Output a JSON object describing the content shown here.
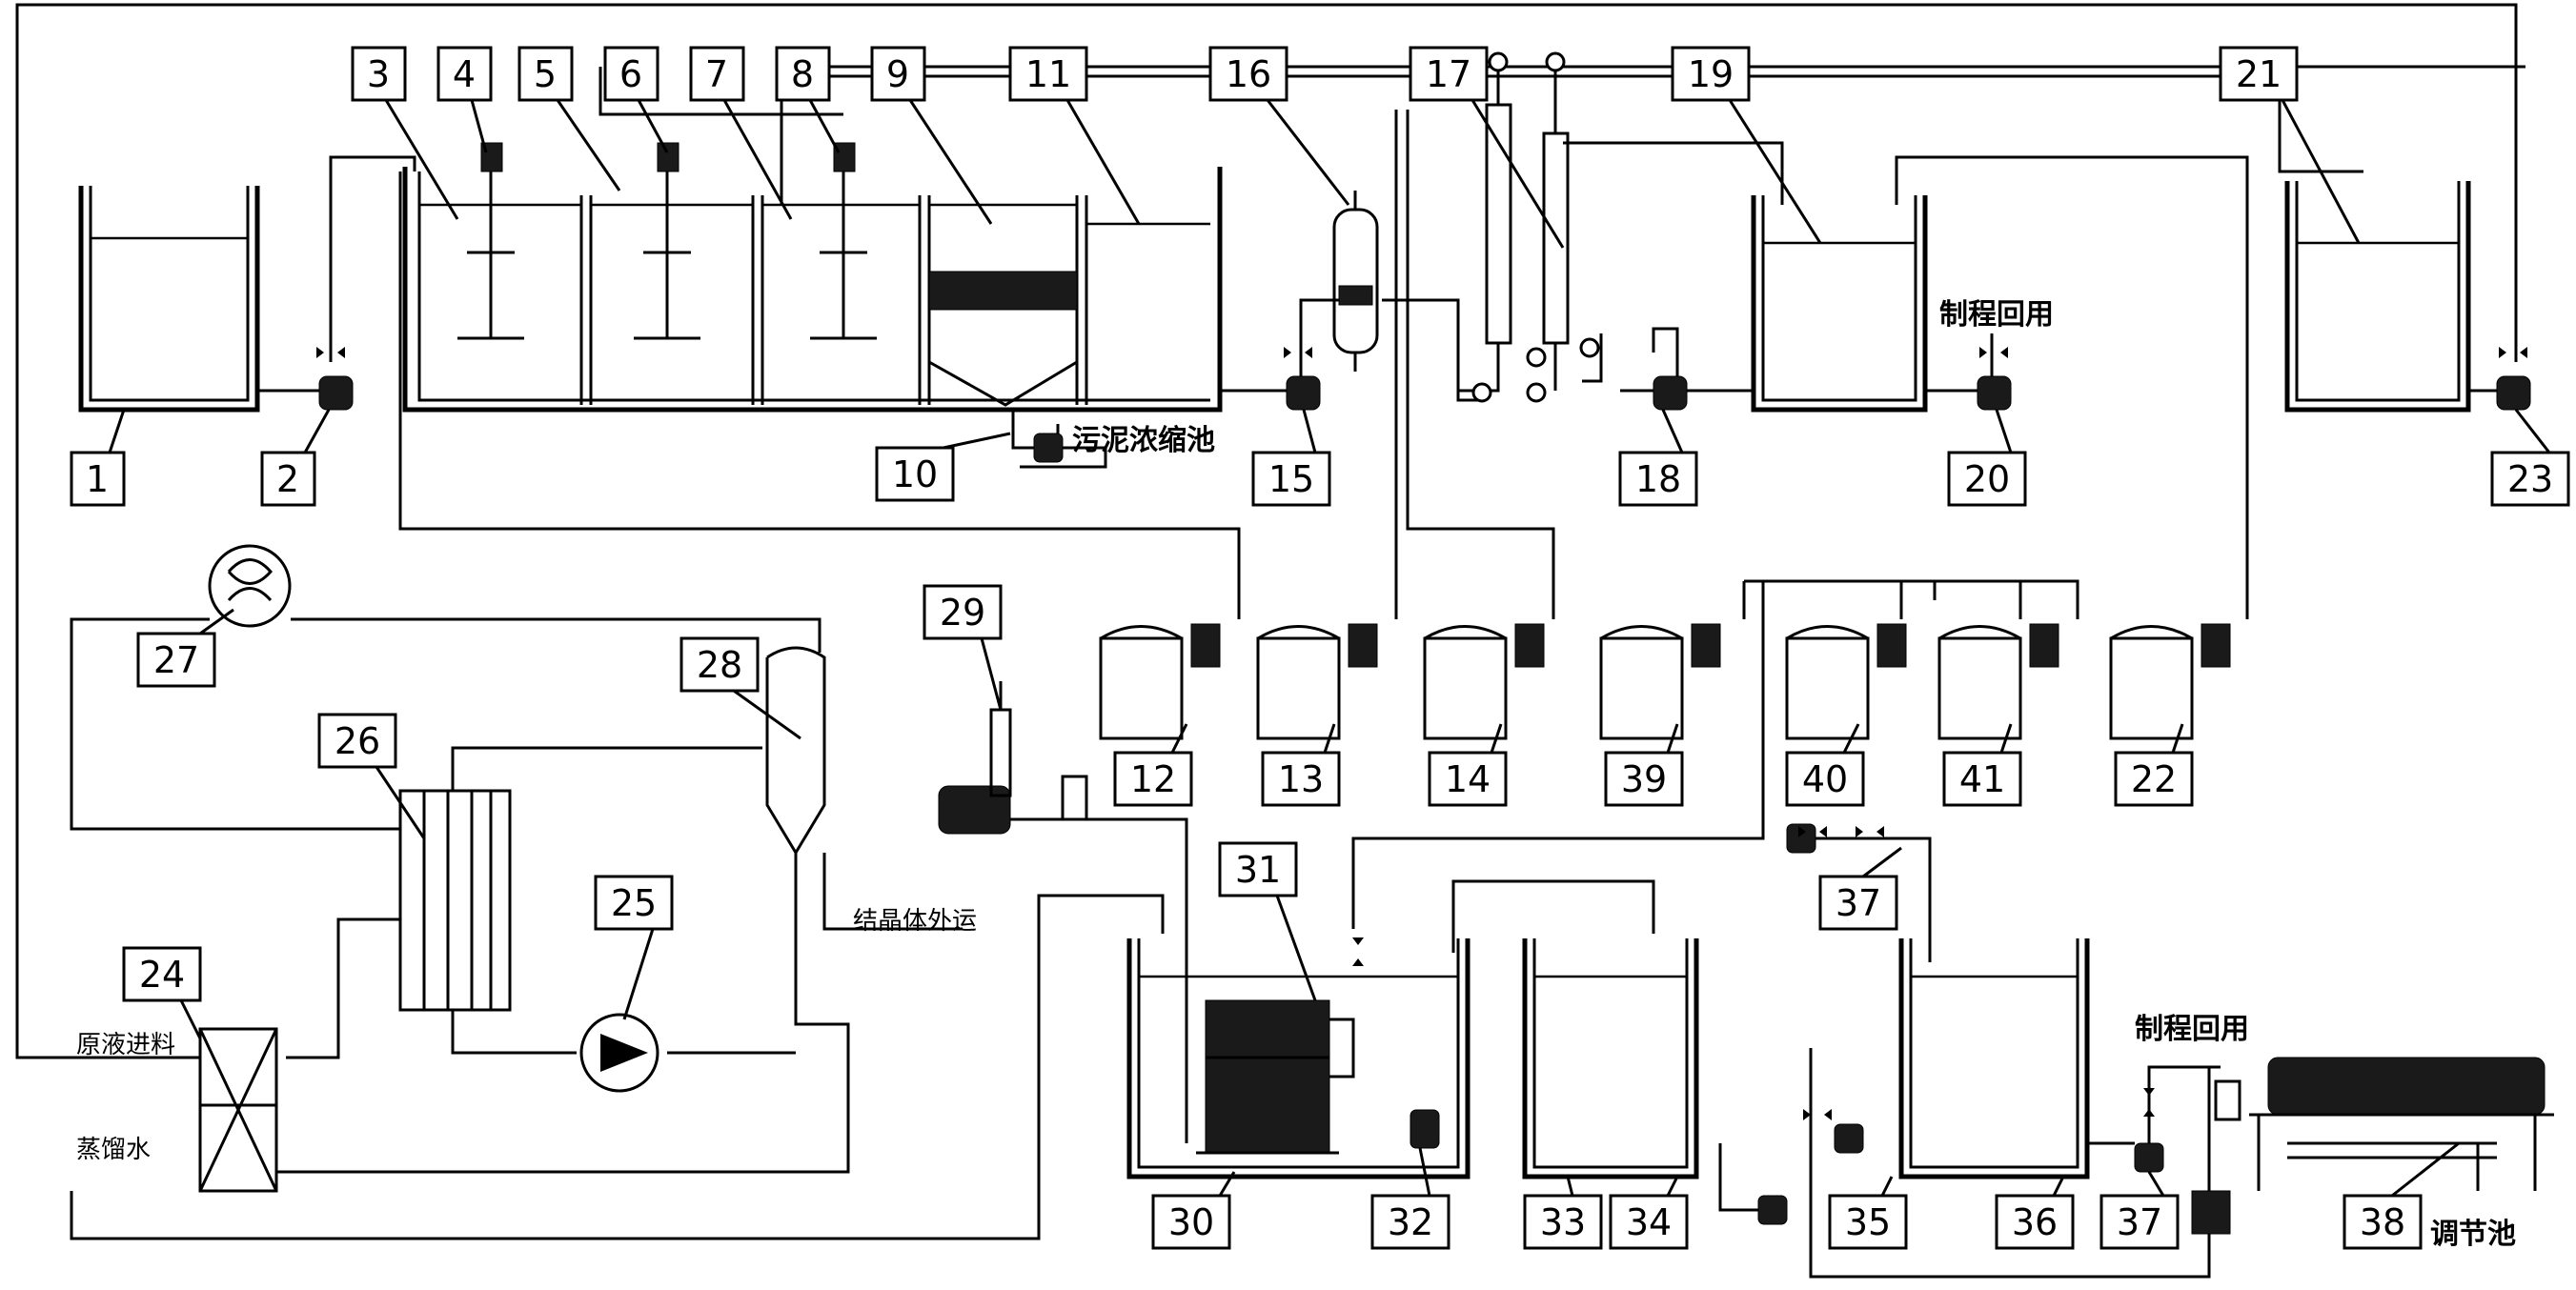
{
  "labels": {
    "n1": "1",
    "n2": "2",
    "n3": "3",
    "n4": "4",
    "n5": "5",
    "n6": "6",
    "n7": "7",
    "n8": "8",
    "n9": "9",
    "n10": "10",
    "n11": "11",
    "n12": "12",
    "n13": "13",
    "n14": "14",
    "n15": "15",
    "n16": "16",
    "n17": "17",
    "n18": "18",
    "n19": "19",
    "n20": "20",
    "n21": "21",
    "n22": "22",
    "n23": "23",
    "n24": "24",
    "n25": "25",
    "n26": "26",
    "n27": "27",
    "n28": "28",
    "n29": "29",
    "n30": "30",
    "n31": "31",
    "n32": "32",
    "n33": "33",
    "n34": "34",
    "n35": "35",
    "n36": "36",
    "n37a": "37",
    "n37b": "37",
    "n38": "38",
    "n39": "39",
    "n40": "40",
    "n41": "41"
  },
  "text": {
    "sludge_pool": "污泥浓缩池",
    "reuse_top": "制程回用",
    "reuse_bottom": "制程回用",
    "crystal_out": "结晶体外运",
    "raw_feed": "原液进料",
    "distilled": "蒸馏水",
    "regulating_pool": "调节池"
  }
}
